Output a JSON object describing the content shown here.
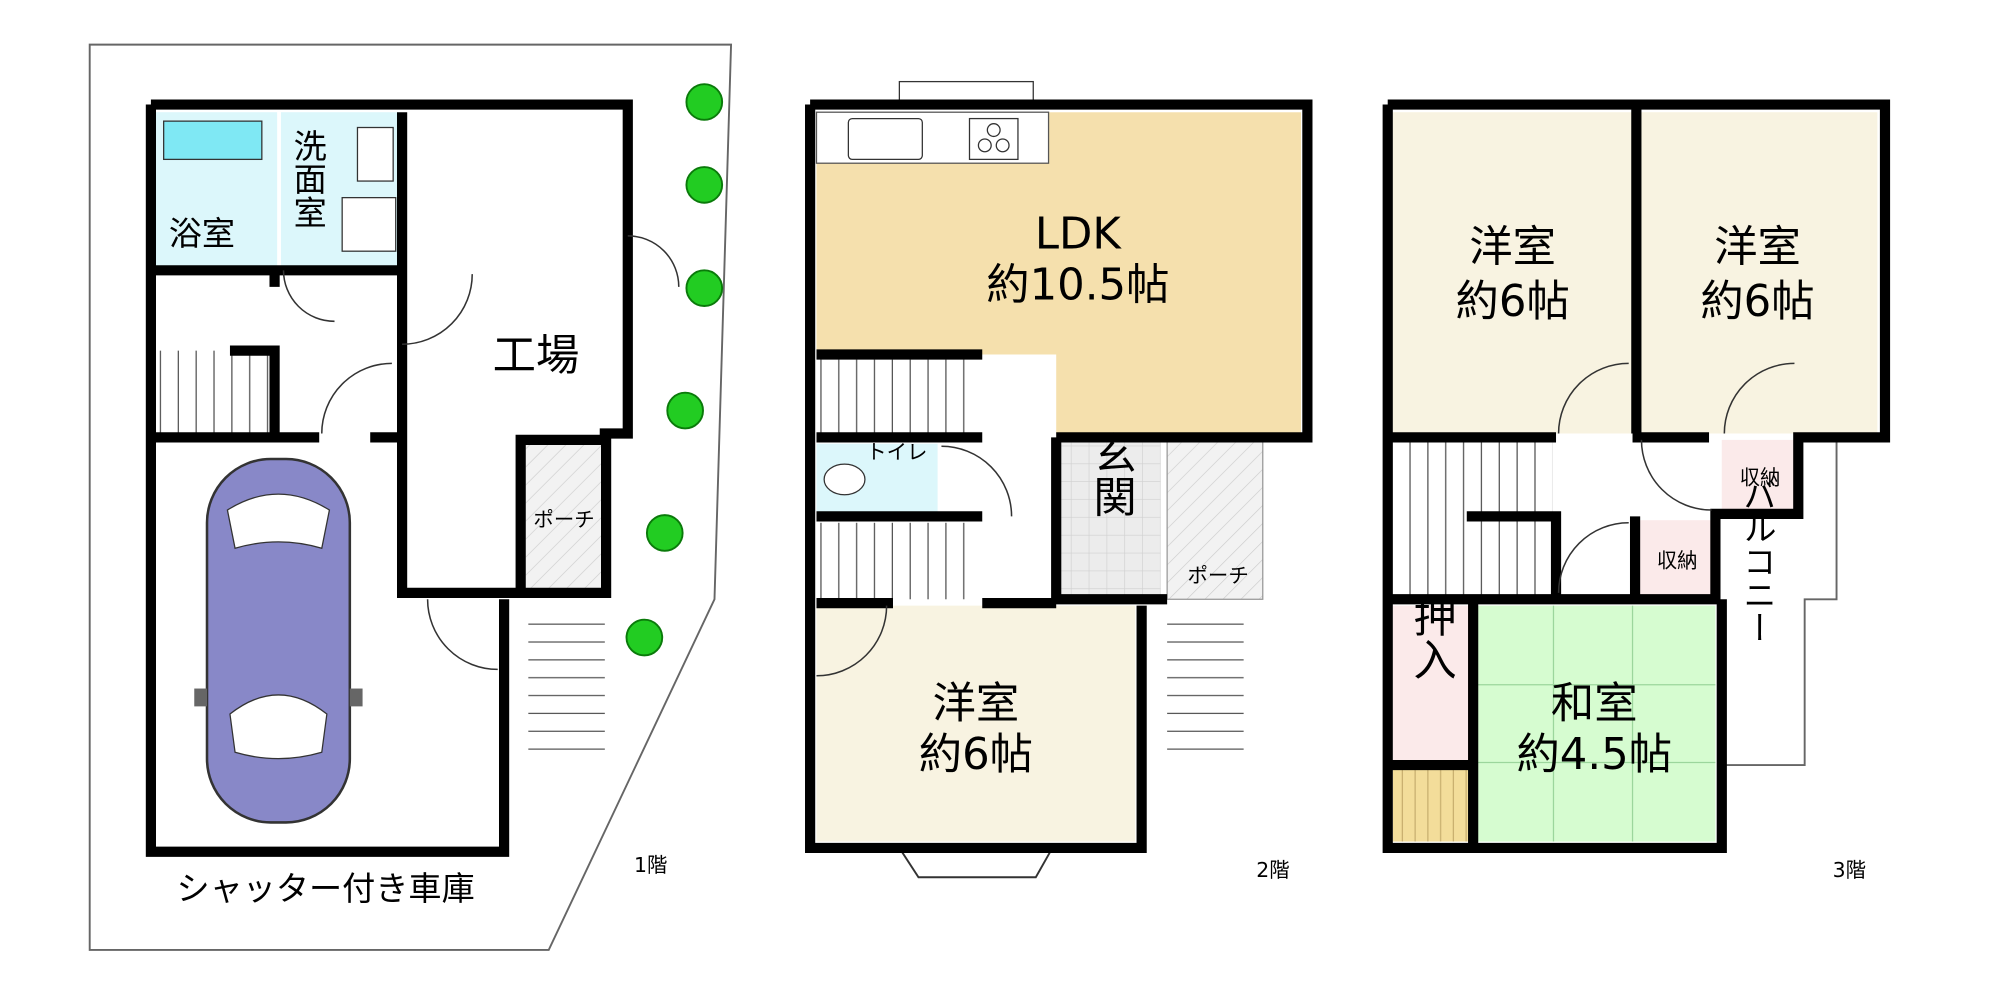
{
  "floors": [
    {
      "floor_label": "1階",
      "rooms": {
        "bath": "浴室",
        "washroom": "洗面室",
        "workshop": "工場",
        "porch": "ポーチ",
        "garage": "シャッター付き車庫"
      }
    },
    {
      "floor_label": "2階",
      "rooms": {
        "ldk_name": "LDK",
        "ldk_size": "約10.5帖",
        "toilet": "トイレ",
        "entrance": "玄関",
        "porch": "ポーチ",
        "western_name": "洋室",
        "western_size": "約6帖"
      }
    },
    {
      "floor_label": "3階",
      "rooms": {
        "western1_name": "洋室",
        "western1_size": "約6帖",
        "western2_name": "洋室",
        "western2_size": "約6帖",
        "storage1": "収納",
        "storage2": "収納",
        "closet": "押入",
        "japanese_name": "和室",
        "japanese_size": "約4.5帖",
        "balcony": "バルコニー"
      }
    }
  ],
  "colors": {
    "ldk": "#f5e0ad",
    "western": "#f8f3e1",
    "water": "#dcf7fb",
    "tub": "#7fe8f4",
    "japanese": "#d6fcd0",
    "storage": "#fbeaea",
    "car": "#8888c8",
    "tree": "#22cc22",
    "entrance": "#ececec"
  }
}
